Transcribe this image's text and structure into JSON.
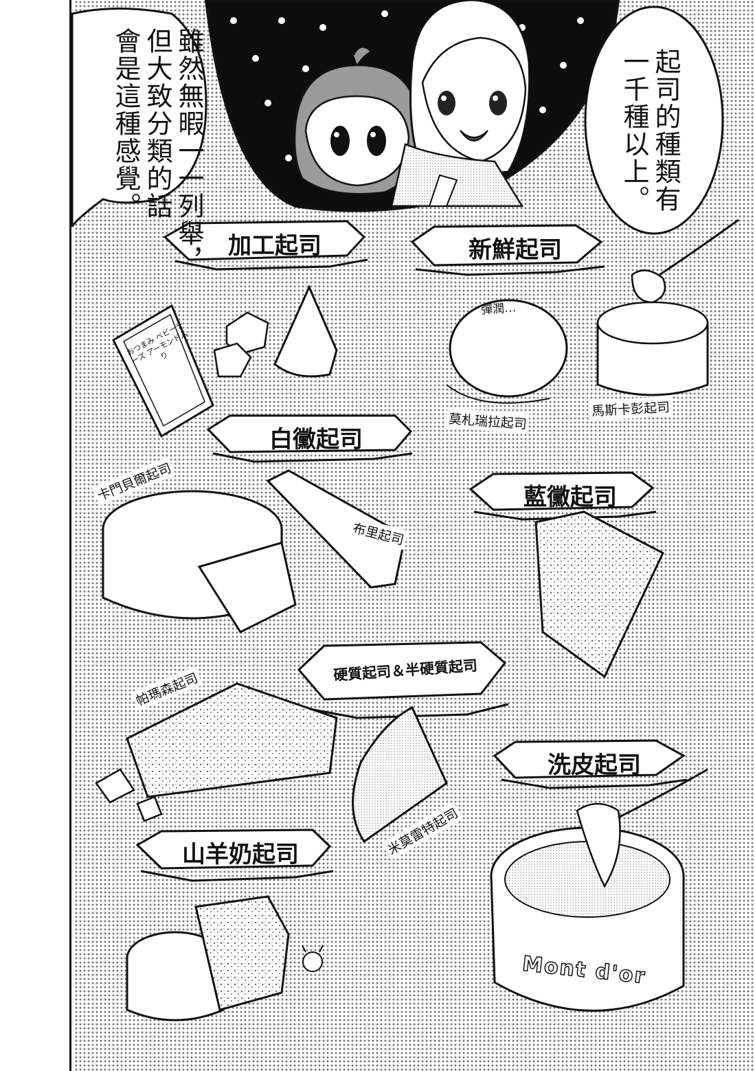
{
  "speech": {
    "left_bubble": "雖然無暇一一列舉，\n但大致分類的話\n會是這種感覺。",
    "right_bubble": "起司的種類有\n一千種以上。"
  },
  "categories": {
    "processed": "加工起司",
    "fresh": "新鮮起司",
    "white_mold": "白黴起司",
    "blue_mold": "藍黴起司",
    "hard": "硬質起司＆半硬質起司",
    "washed": "洗皮起司",
    "goat": "山羊奶起司"
  },
  "cheeses": {
    "mozzarella": "莫札瑞拉起司",
    "mascarpone": "馬斯卡彭起司",
    "camembert": "卡門貝爾起司",
    "brie": "布里起司",
    "parmesan": "帕瑪森起司",
    "mimolette": "米莫雷特起司"
  },
  "sfx": {
    "bounce": "彈潤…"
  },
  "package": {
    "processed_box": "おつまみ ベビーチーズ アーモンド入り",
    "tin_brand": "Mont d'or"
  }
}
